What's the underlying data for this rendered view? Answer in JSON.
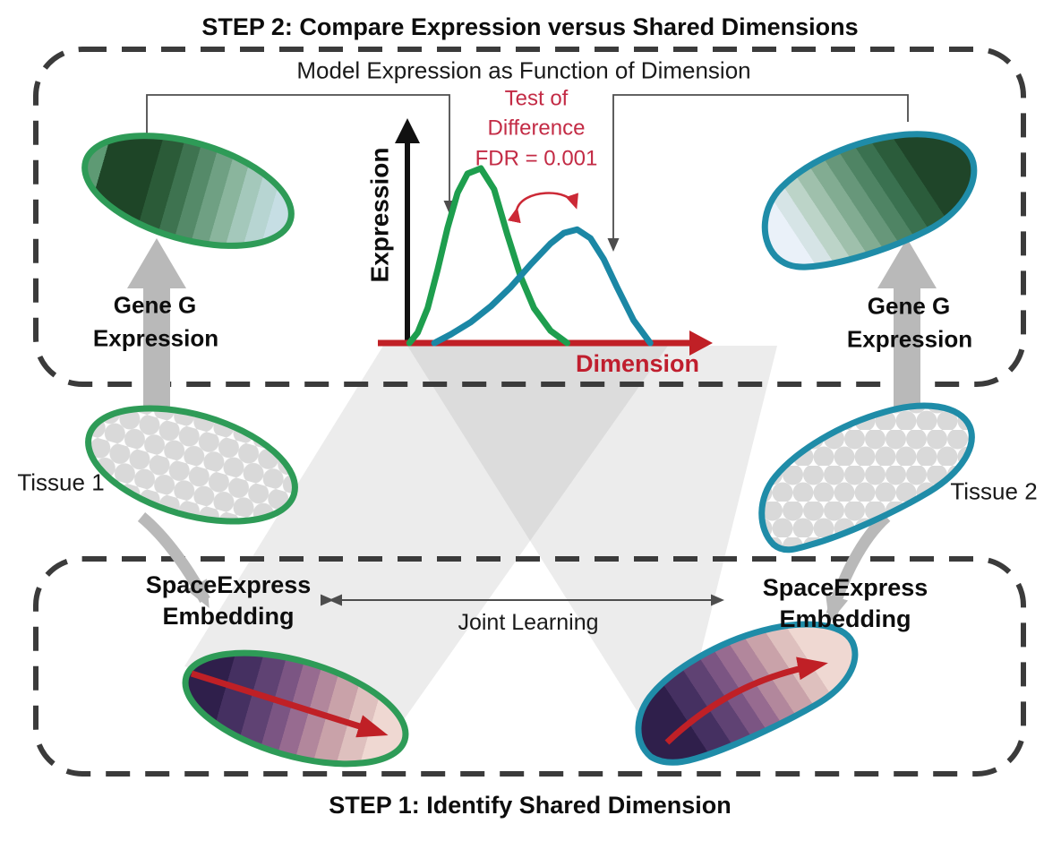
{
  "figure": {
    "step2_title": "STEP 2: Compare Expression versus Shared Dimensions",
    "step1_title": "STEP 1: Identify Shared Dimension",
    "top_box": {
      "subtitle": "Model Expression as Function of Dimension",
      "test_line1": "Test of",
      "test_line2": "Difference",
      "test_line3": "FDR = 0.001",
      "y_axis_label": "Expression",
      "x_axis_label": "Dimension",
      "gene_left_line1": "Gene G",
      "gene_left_line2": "Expression",
      "gene_right_line1": "Gene G",
      "gene_right_line2": "Expression"
    },
    "middle": {
      "tissue1_label": "Tissue 1",
      "tissue2_label": "Tissue 2"
    },
    "bottom_box": {
      "embedding_left_line1": "SpaceExpress",
      "embedding_left_line2": "Embedding",
      "embedding_right_line1": "SpaceExpress",
      "embedding_right_line2": "Embedding",
      "joint_learning_label": "Joint Learning"
    },
    "colors": {
      "green_outline": "#2E9B57",
      "teal_outline": "#1F8CA8",
      "red_accent": "#C02026",
      "crimson_text": "#C32B45",
      "gray_arrow": "#B9B9B9",
      "dash_border": "#3B3B3B",
      "beam_gray": "#8A8A8A"
    },
    "icons": {
      "gray_up_arrow": "⬆",
      "curved_transform_arrow": "⤵",
      "joint_double_arrow": "↔",
      "axis_arrow": "→",
      "difference_bracket": "⌒"
    },
    "chart_data": {
      "type": "line",
      "title": "Model Expression as Function of Dimension",
      "xlabel": "Dimension",
      "ylabel": "Expression",
      "x_range": [
        0,
        1
      ],
      "y_range": [
        0,
        1
      ],
      "grid": false,
      "legend_position": "none",
      "annotation": "Test of Difference FDR = 0.001",
      "series": [
        {
          "name": "Tissue 1 expression (green)",
          "color": "#1E9E4E",
          "x": [
            0.095,
            0.12,
            0.15,
            0.18,
            0.21,
            0.24,
            0.27,
            0.31,
            0.35,
            0.39,
            0.43,
            0.47,
            0.52,
            0.57
          ],
          "y": [
            0,
            0.06,
            0.2,
            0.42,
            0.66,
            0.86,
            0.97,
            1.0,
            0.88,
            0.62,
            0.38,
            0.2,
            0.07,
            0
          ]
        },
        {
          "name": "Tissue 2 expression (blue)",
          "color": "#1B87A5",
          "x": [
            0.17,
            0.22,
            0.28,
            0.34,
            0.4,
            0.46,
            0.52,
            0.56,
            0.6,
            0.64,
            0.68,
            0.72,
            0.77,
            0.82
          ],
          "y": [
            0,
            0.05,
            0.12,
            0.21,
            0.32,
            0.45,
            0.57,
            0.63,
            0.65,
            0.6,
            0.48,
            0.32,
            0.13,
            0
          ]
        }
      ]
    }
  }
}
